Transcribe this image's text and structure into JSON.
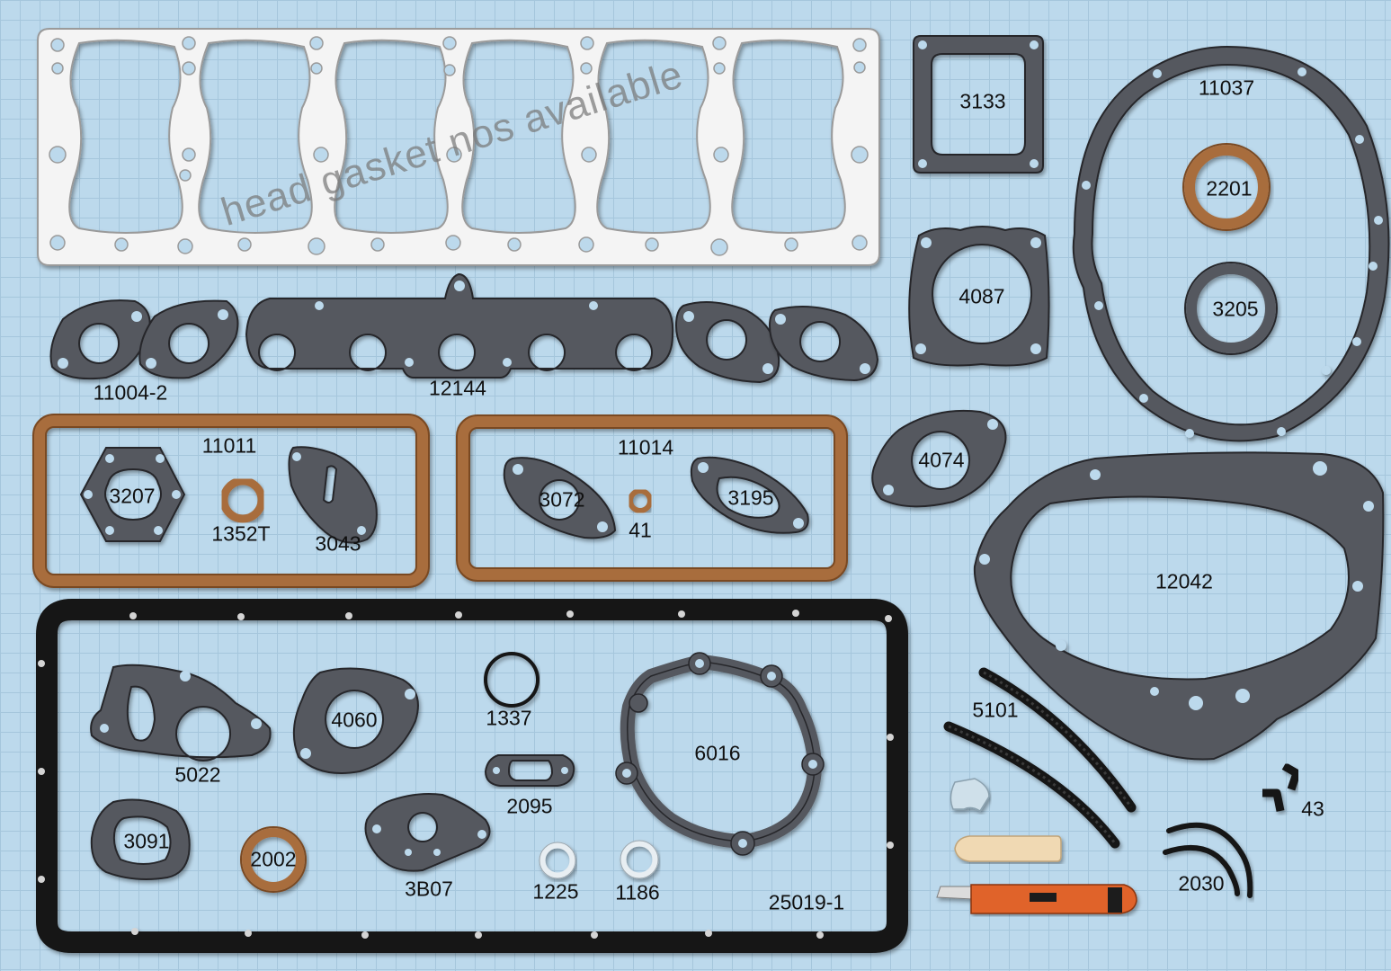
{
  "watermark": "head gasket nos available",
  "colors": {
    "background": "#bcd9ec",
    "grid": "#a5c6dc",
    "paper_gasket": "#55585e",
    "paper_edge": "#26272b",
    "cork": "#a86d3e",
    "head_gasket": "#f4f4f4",
    "rubber": "#141414",
    "knife_body": "#e0632a"
  },
  "labels": {
    "l3133": "3133",
    "l11037": "11037",
    "l2201": "2201",
    "l3205": "3205",
    "l4087": "4087",
    "l11004": "11004-2",
    "l12144": "12144",
    "l11011": "11011",
    "l3207": "3207",
    "l1352T": "1352T",
    "l3043": "3043",
    "l11014": "11014",
    "l3072": "3072",
    "l41": "41",
    "l3195": "3195",
    "l4074": "4074",
    "l12042": "12042",
    "l5022": "5022",
    "l4060": "4060",
    "l1337": "1337",
    "l2095": "2095",
    "l6016": "6016",
    "l3091": "3091",
    "l2002": "2002",
    "l3B07": "3B07",
    "l1225": "1225",
    "l1186": "1186",
    "l25019": "25019-1",
    "l5101": "5101",
    "l43": "43",
    "l2030": "2030"
  }
}
